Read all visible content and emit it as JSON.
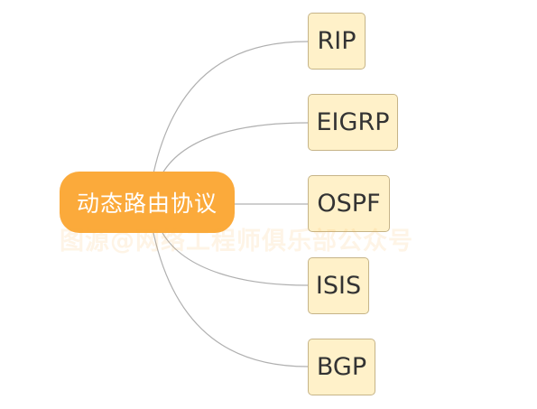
{
  "root": {
    "label": "动态路由协议"
  },
  "children": [
    {
      "id": "child-1",
      "label": "RIP"
    },
    {
      "id": "child-2",
      "label": "EIGRP"
    },
    {
      "id": "child-3",
      "label": "OSPF"
    },
    {
      "id": "child-4",
      "label": "ISIS"
    },
    {
      "id": "child-5",
      "label": "BGP"
    }
  ],
  "watermark": {
    "text": "图源@网络工程师俱乐部公众号"
  },
  "colors": {
    "root_fill": "#fbaa3b",
    "child_fill": "#fff1c9",
    "child_border": "#c6b488",
    "connector": "#b0b0b0"
  }
}
